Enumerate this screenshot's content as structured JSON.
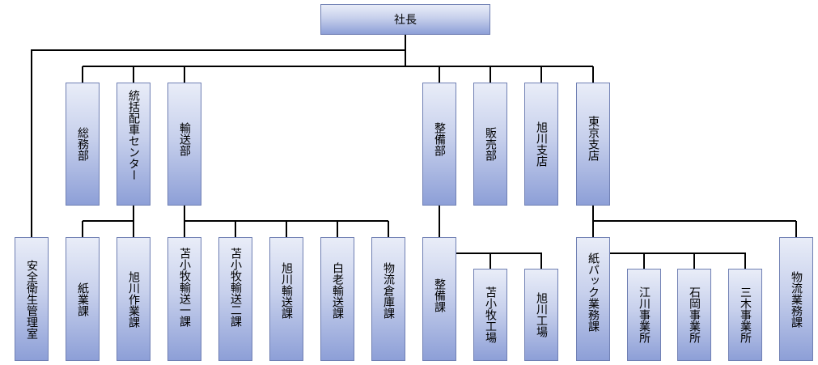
{
  "org": {
    "president": "社長",
    "dept_general_affairs": "総務部",
    "dept_dispatch_center": "統括配車センター",
    "dept_transport": "輸送部",
    "dept_maintenance": "整備部",
    "dept_sales": "販売部",
    "asahikawa_branch": "旭川支店",
    "tokyo_branch": "東京支店",
    "safety_office": "安全衛生管理室",
    "paper_section": "紙業課",
    "asahikawa_work_section": "旭川作業課",
    "tomakomai_transport_1": "苫小牧輸送一課",
    "tomakomai_transport_2": "苫小牧輸送二課",
    "asahikawa_transport": "旭川輸送課",
    "shiraoi_transport": "白老輸送課",
    "logistics_warehouse": "物流倉庫課",
    "maintenance_section": "整備課",
    "tomakomai_factory": "苫小牧工場",
    "asahikawa_factory": "旭川工場",
    "paper_pack_section": "紙パック業務課",
    "egawa_office": "江川事業所",
    "ishioka_office": "石岡事業所",
    "miki_office": "三木事業所",
    "logistics_business": "物流業務課"
  }
}
